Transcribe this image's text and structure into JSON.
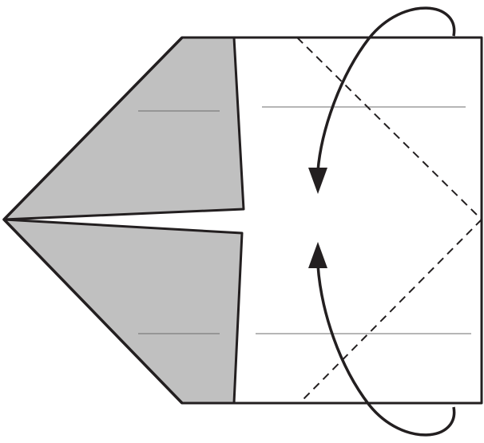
{
  "diagram": {
    "type": "origami-fold-step",
    "colors": {
      "paper_front": "#ffffff",
      "paper_back": "#c0c0c0",
      "outline": "#231f20",
      "crease": "#6d6d6d"
    },
    "icons": [
      "fold-arrow-down",
      "fold-arrow-up"
    ],
    "lines": [
      "valley-fold-dashed-top",
      "valley-fold-dashed-bottom"
    ]
  }
}
